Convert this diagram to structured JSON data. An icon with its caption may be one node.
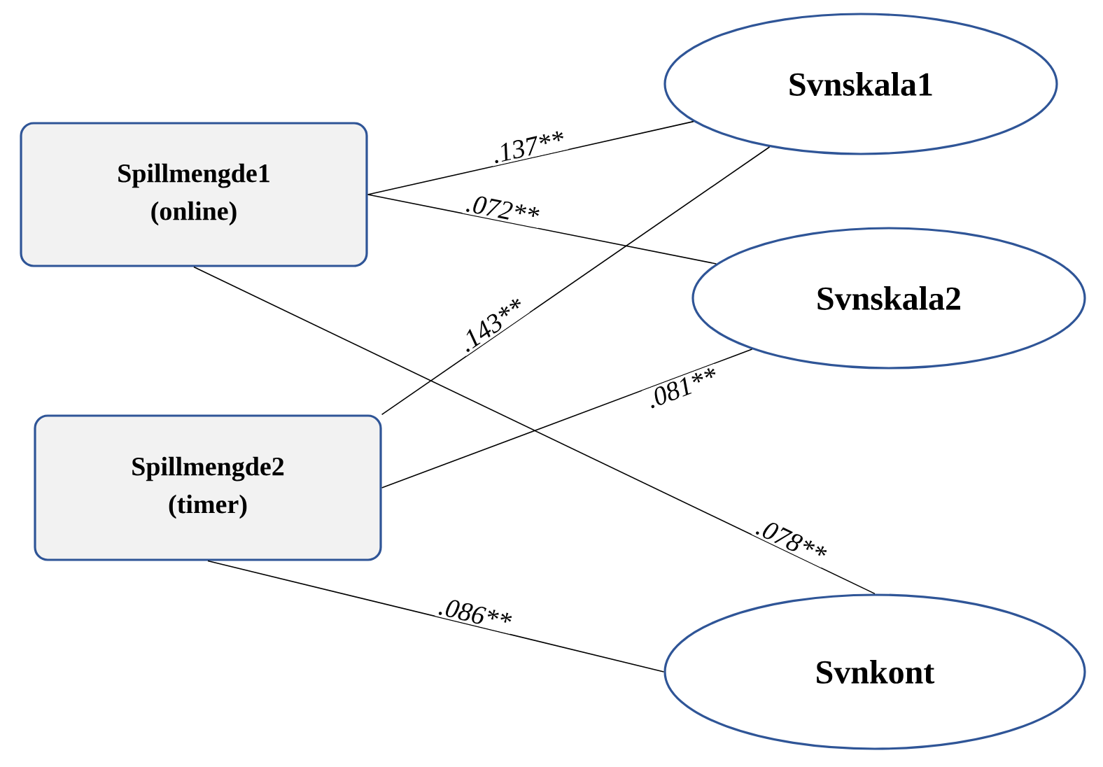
{
  "diagram": {
    "nodes": [
      {
        "text": [
          "Spillmengde1 (online)"
        ]
      },
      {
        "text": [
          "Spillmengde2 (timer)"
        ]
      },
      {
        "text": [
          "Svnskala1"
        ]
      },
      {
        "text": [
          "Svnskala2"
        ]
      },
      {
        "text": [
          "Svnkont"
        ]
      }
    ],
    "edges": [
      {
        "from": 0,
        "to": 2,
        "arrow": "none",
        "label": ".137**"
      },
      {
        "from": 0,
        "to": 3,
        "arrow": "none",
        "label": ".072**"
      },
      {
        "from": 0,
        "to": 4,
        "arrow": "none",
        "label": ".078**"
      },
      {
        "from": 1,
        "to": 2,
        "arrow": "none",
        "label": ".143**"
      },
      {
        "from": 1,
        "to": 3,
        "arrow": "none",
        "label": ".081**"
      },
      {
        "from": 1,
        "to": 4,
        "arrow": "none",
        "label": ".086**"
      }
    ]
  }
}
